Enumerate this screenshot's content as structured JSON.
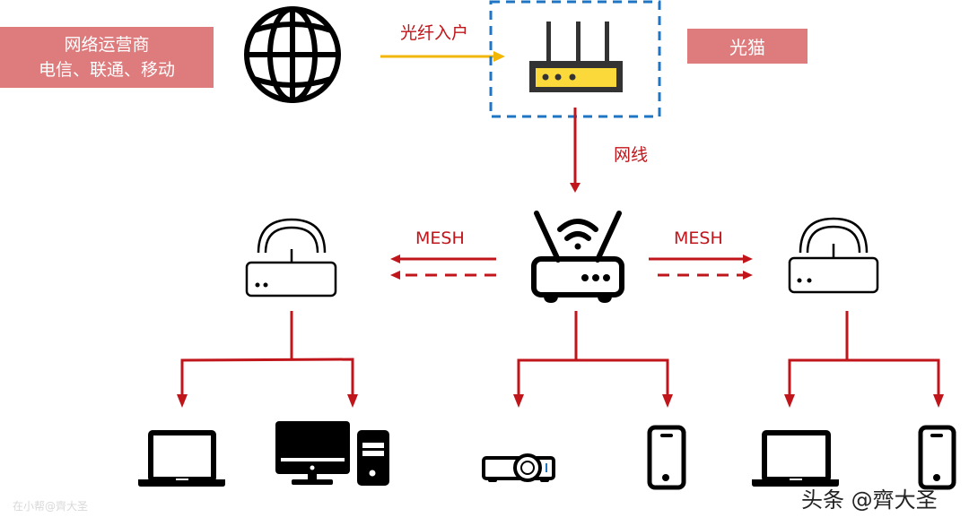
{
  "isp_box": {
    "line1": "网络运营商",
    "line2": "电信、联通、移动"
  },
  "modem_box": {
    "label": "光猫"
  },
  "fiber_label": "光纤入户",
  "ethernet_label": "网线",
  "mesh_left_label": "MESH",
  "mesh_right_label": "MESH",
  "nodes": {
    "internet": "globe-icon",
    "modem": "optical-modem-icon",
    "main_router": "wifi-router-icon",
    "left_node": "mesh-node-icon",
    "right_node": "mesh-node-icon"
  },
  "devices": {
    "left": [
      "laptop-icon",
      "desktop-computer-icon"
    ],
    "center": [
      "projector-icon",
      "smartphone-icon"
    ],
    "right": [
      "laptop-icon",
      "smartphone-icon"
    ]
  },
  "colors": {
    "label_bg": "#dd7b7d",
    "accent_red": "#c0151b",
    "fiber_yellow": "#f2b705",
    "modem_yellow": "#fcd93a",
    "dashed_blue": "#1f75c4"
  },
  "watermark": {
    "left": "在小帮@齊大圣",
    "right": "头条 @齊大圣"
  }
}
